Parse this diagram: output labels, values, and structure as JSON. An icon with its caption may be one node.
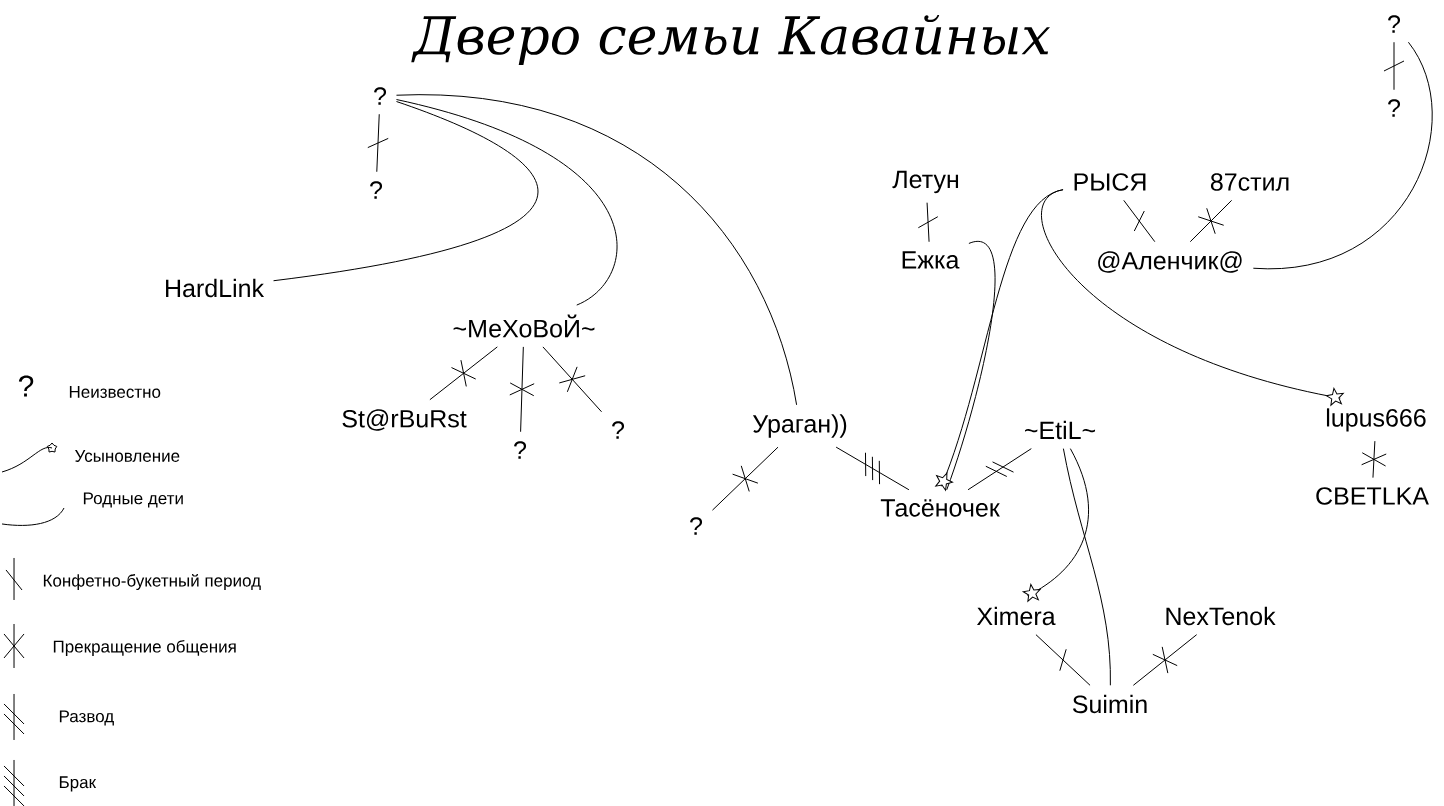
{
  "diagram": {
    "title": "Дверо семьи Кавайных",
    "nodes": [
      {
        "text": [
          "?"
        ]
      },
      {
        "text": [
          "?"
        ]
      },
      {
        "text": [
          "HardLink"
        ]
      },
      {
        "text": [
          "~МеХоВоЙ~"
        ]
      },
      {
        "text": [
          "St@rBuRst"
        ]
      },
      {
        "text": [
          "?"
        ]
      },
      {
        "text": [
          "?"
        ]
      },
      {
        "text": [
          "Ураган))"
        ]
      },
      {
        "text": [
          "?"
        ]
      },
      {
        "text": [
          "Тасёночек"
        ]
      },
      {
        "text": [
          "~EtiL~"
        ]
      },
      {
        "text": [
          "Летун"
        ]
      },
      {
        "text": [
          "Ежка"
        ]
      },
      {
        "text": [
          "РЫСЯ"
        ]
      },
      {
        "text": [
          "87стил"
        ]
      },
      {
        "text": [
          "@Аленчик@"
        ]
      },
      {
        "text": [
          "?"
        ]
      },
      {
        "text": [
          "?"
        ]
      },
      {
        "text": [
          "lupus666"
        ]
      },
      {
        "text": [
          "CBETLKA"
        ]
      },
      {
        "text": [
          "Ximera"
        ]
      },
      {
        "text": [
          "NexTenok"
        ]
      },
      {
        "text": [
          "Suimin"
        ]
      }
    ],
    "edges": [
      {
        "from": 0,
        "to": 1,
        "arrow": "none"
      },
      {
        "from": 3,
        "to": 4,
        "arrow": "none"
      },
      {
        "from": 3,
        "to": 5,
        "arrow": "none"
      },
      {
        "from": 3,
        "to": 6,
        "arrow": "none"
      },
      {
        "from": 7,
        "to": 8,
        "arrow": "none"
      },
      {
        "from": 7,
        "to": 9,
        "arrow": "none"
      },
      {
        "from": 11,
        "to": 12,
        "arrow": "none"
      },
      {
        "from": 13,
        "to": 15,
        "arrow": "none"
      },
      {
        "from": 14,
        "to": 15,
        "arrow": "none"
      },
      {
        "from": 16,
        "to": 17,
        "arrow": "none"
      },
      {
        "from": 18,
        "to": 19,
        "arrow": "none"
      },
      {
        "from": 10,
        "to": 9,
        "arrow": "none"
      },
      {
        "from": 20,
        "to": 22,
        "arrow": "none"
      },
      {
        "from": 21,
        "to": 22,
        "arrow": "none"
      },
      {
        "from": 0,
        "to": 2,
        "arrow": "none"
      },
      {
        "from": 0,
        "to": 3,
        "arrow": "none"
      },
      {
        "from": 0,
        "to": 7,
        "arrow": "none"
      },
      {
        "from": 12,
        "to": 9,
        "arrow": "none"
      },
      {
        "from": 13,
        "to": 9,
        "arrow": "other"
      },
      {
        "from": 13,
        "to": 18,
        "arrow": "other"
      },
      {
        "from": 16,
        "to": 15,
        "arrow": "none"
      },
      {
        "from": 10,
        "to": 20,
        "arrow": "other"
      },
      {
        "from": 10,
        "to": 22,
        "arrow": "none"
      }
    ],
    "labels": [
      "?"
    ],
    "legend": [
      {
        "text": "Неизвестно"
      },
      {
        "text": "Усыновление"
      },
      {
        "text": "Родные дети"
      },
      {
        "text": "Конфетно-букетный период"
      },
      {
        "text": "Прекращение общения"
      },
      {
        "text": "Развод"
      },
      {
        "text": "Брак"
      }
    ]
  }
}
